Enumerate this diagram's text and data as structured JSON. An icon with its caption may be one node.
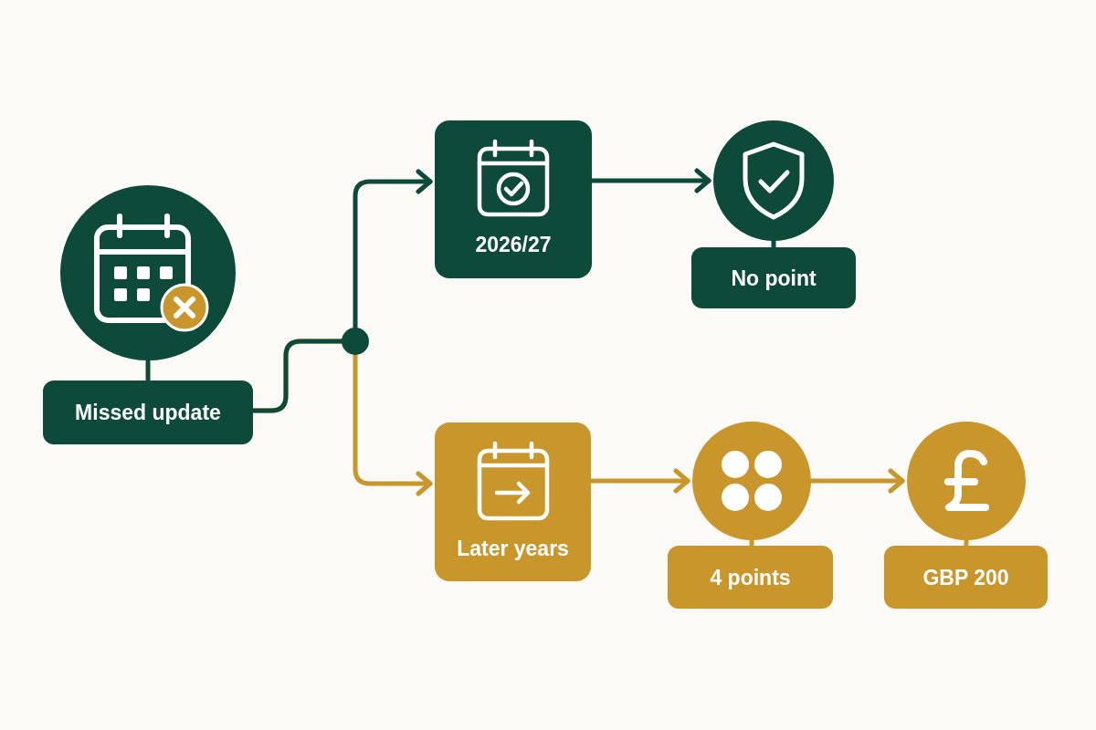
{
  "diagram": {
    "nodes": [
      {
        "text": [],
        "shape": "circle"
      },
      {
        "text": [
          "Missed update"
        ]
      },
      {
        "text": [
          "2026/27"
        ]
      },
      {
        "text": [],
        "shape": "circle"
      },
      {
        "text": [
          "No point"
        ]
      },
      {
        "text": [
          "Later years"
        ]
      },
      {
        "text": [],
        "shape": "circle"
      },
      {
        "text": [
          "4 points"
        ]
      },
      {
        "text": [],
        "shape": "circle"
      },
      {
        "text": [
          "GBP 200"
        ]
      }
    ],
    "edges": [
      {
        "from": 0,
        "to": 1,
        "arrow": "none",
        "color": "#0e4a3a"
      },
      {
        "from": 1,
        "to": 2,
        "arrow": "to",
        "color": "#0e4a3a"
      },
      {
        "from": 1,
        "to": 5,
        "arrow": "to"
      },
      {
        "from": 2,
        "to": 3,
        "arrow": "to",
        "color": "#0e4a3a"
      },
      {
        "from": 3,
        "to": 4,
        "arrow": "none",
        "color": "#0e4a3a"
      },
      {
        "from": 5,
        "to": 6,
        "arrow": "to"
      },
      {
        "from": 6,
        "to": 7,
        "arrow": "none"
      },
      {
        "from": 6,
        "to": 8,
        "arrow": "to"
      },
      {
        "from": 8,
        "to": 9,
        "arrow": "none"
      }
    ]
  }
}
